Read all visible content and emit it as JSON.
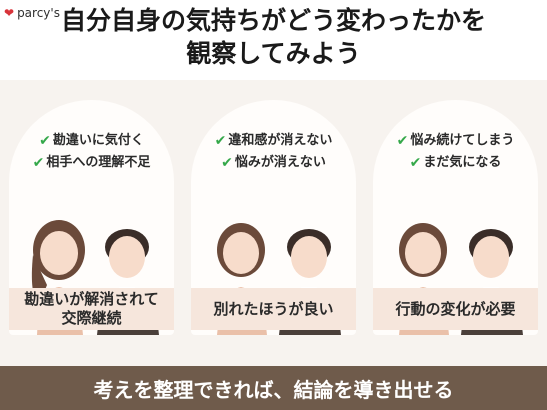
{
  "brand": {
    "logo_text": "parcy's"
  },
  "title": {
    "line1": "自分自身の気持ちがどう変わったかを",
    "line2": "観察してみよう"
  },
  "cards": [
    {
      "points": [
        "勘違いに気付く",
        "相手への理解不足"
      ],
      "caption": "勘違いが解消されて\n交際継続"
    },
    {
      "points": [
        "違和感が消えない",
        "悩みが消えない"
      ],
      "caption": "別れたほうが良い"
    },
    {
      "points": [
        "悩み続けてしまう",
        "まだ気になる"
      ],
      "caption": "行動の変化が必要"
    }
  ],
  "footer": {
    "text": "考えを整理できれば、結論を導き出せる"
  },
  "colors": {
    "accent_green": "#35a84a",
    "footer_bg": "#6f5b4b",
    "caption_bg": "#f6e6dc",
    "logo_heart": "#d8333a"
  }
}
